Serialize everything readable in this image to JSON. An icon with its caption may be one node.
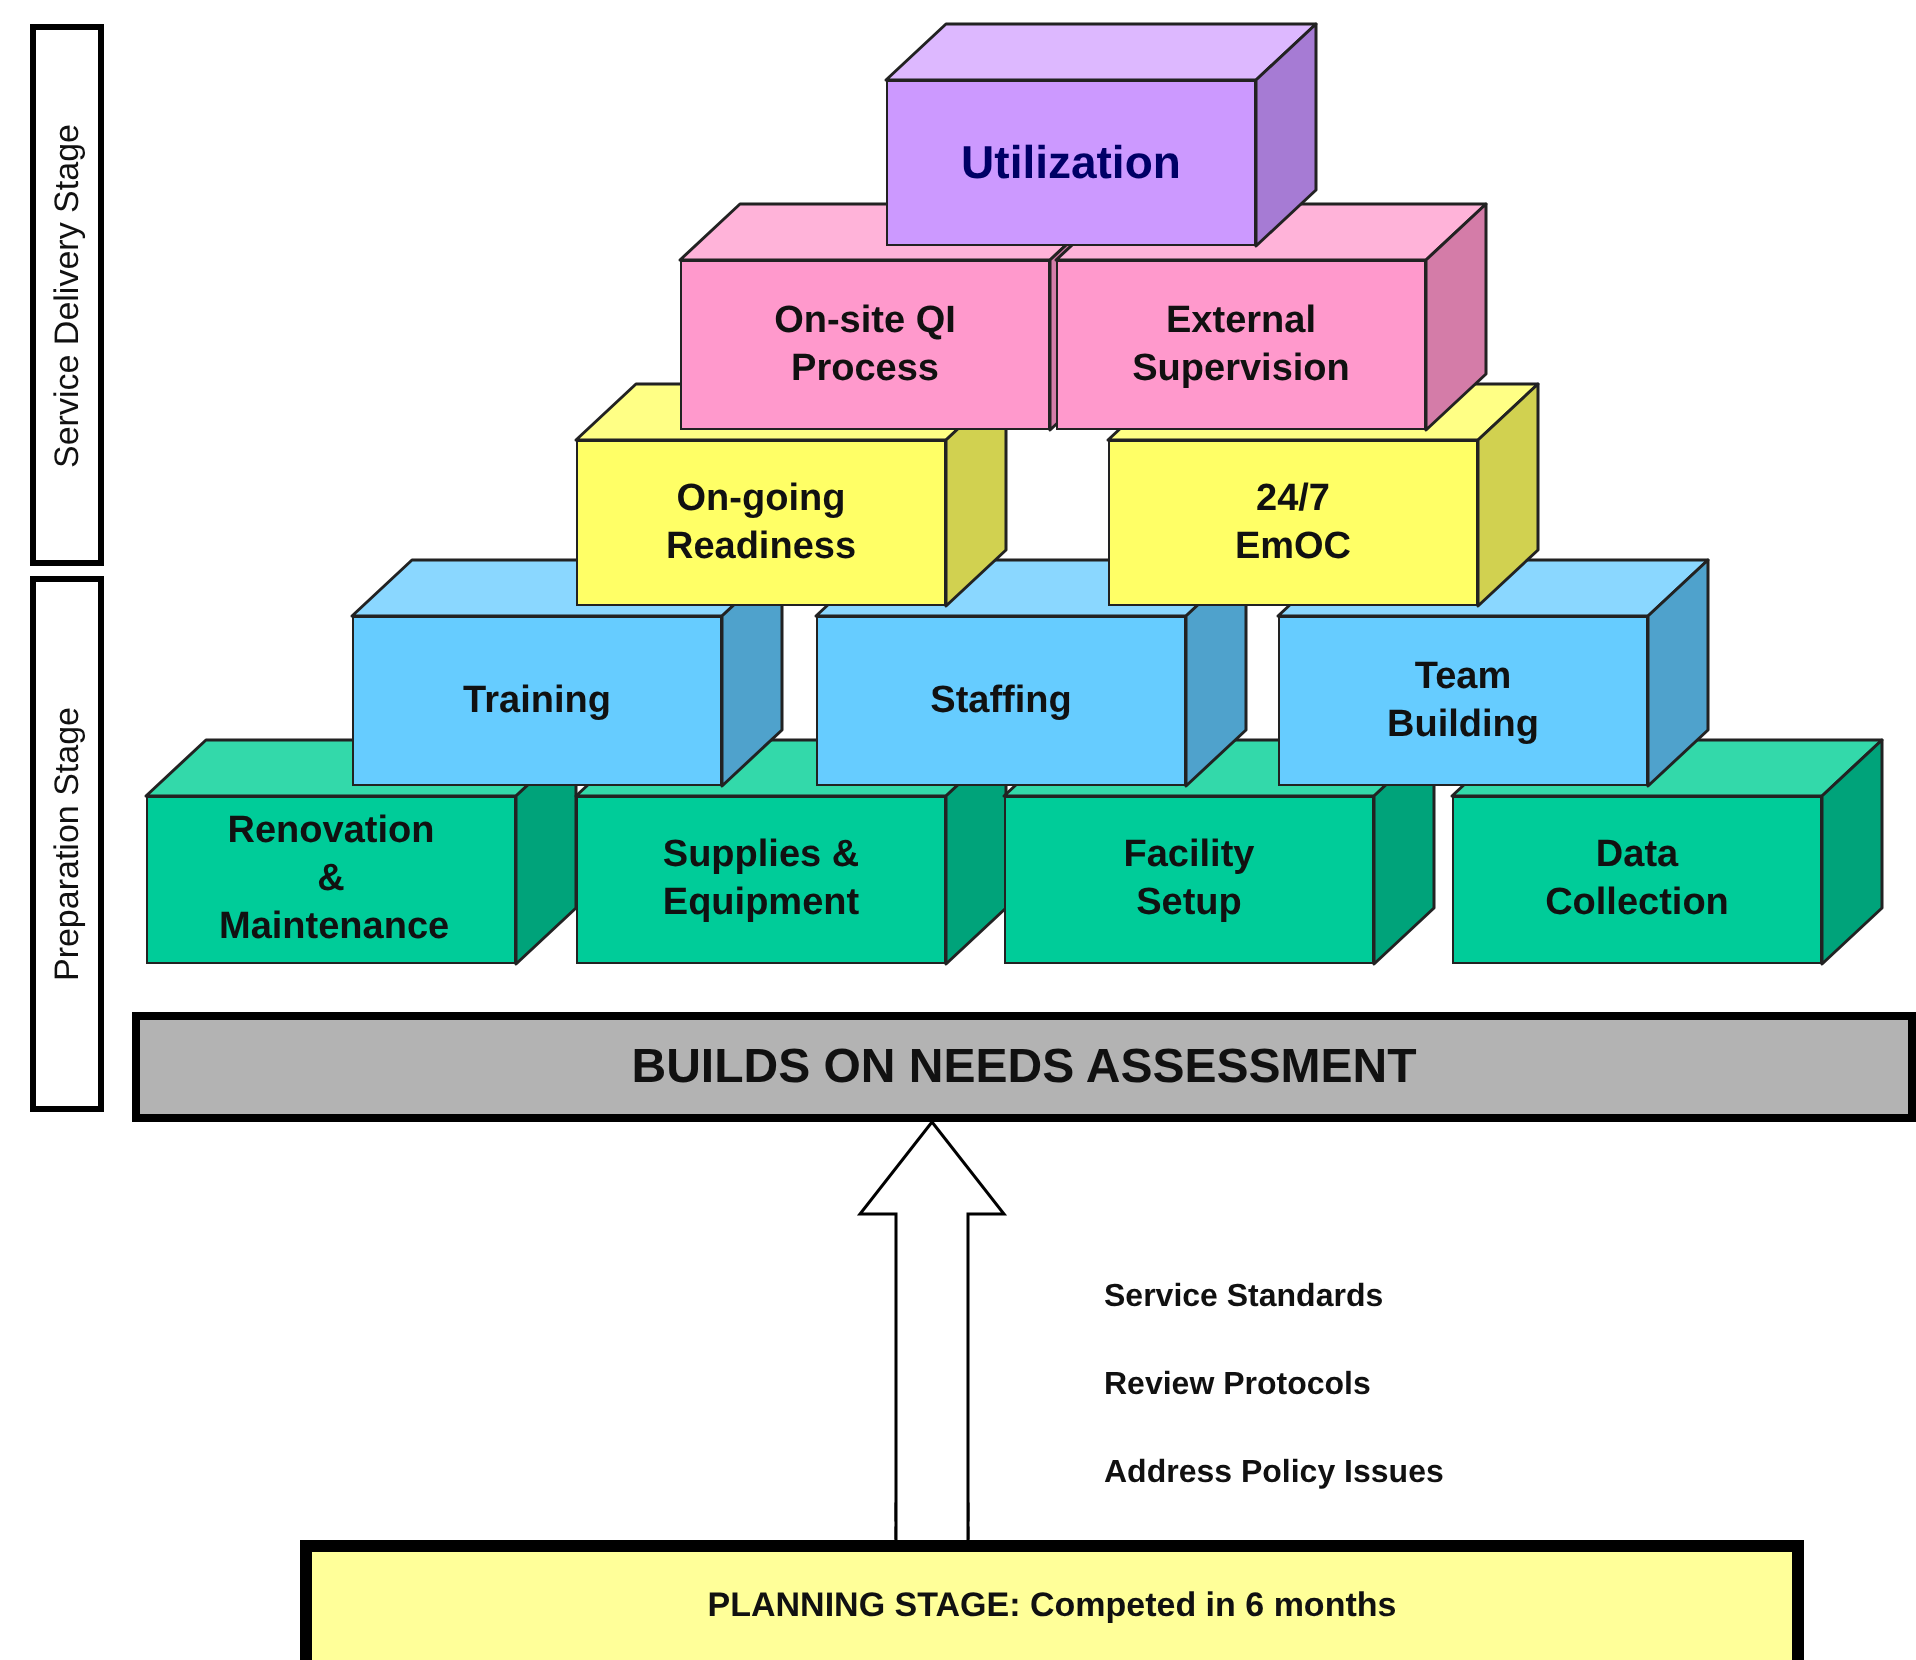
{
  "diagram": {
    "nodes": [
      {
        "text": [
          "Service Delivery Stage"
        ]
      },
      {
        "text": [
          "Preparation Stage"
        ]
      },
      {
        "text": [
          "Utilization"
        ]
      },
      {
        "text": [
          "On-site QI Process"
        ]
      },
      {
        "text": [
          "External Supervision"
        ]
      },
      {
        "text": [
          "On-going Readiness"
        ]
      },
      {
        "text": [
          "24/7 EmOC"
        ]
      },
      {
        "text": [
          "Training"
        ]
      },
      {
        "text": [
          "Staffing"
        ]
      },
      {
        "text": [
          "Team Building"
        ]
      },
      {
        "text": [
          "Renovation & Maintenance"
        ]
      },
      {
        "text": [
          "Supplies & Equipment"
        ]
      },
      {
        "text": [
          "Facility Setup"
        ]
      },
      {
        "text": [
          "Data Collection"
        ]
      },
      {
        "text": [
          "BUILDS ON NEEDS ASSESSMENT"
        ]
      },
      {
        "text": [
          "PLANNING STAGE: Competed in 6 months"
        ]
      }
    ],
    "edges": [
      {
        "from": 15,
        "to": 14,
        "arrow": "to"
      }
    ],
    "labels": [
      "Service Standards",
      "Review Protocols",
      "Address Policy Issues"
    ]
  }
}
